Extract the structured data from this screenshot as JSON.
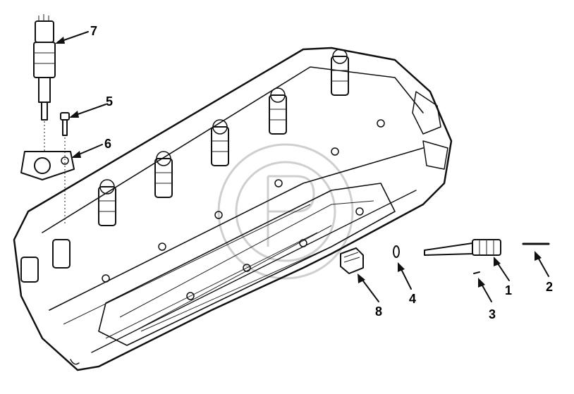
{
  "callouts": [
    {
      "id": "7",
      "label": "7"
    },
    {
      "id": "5",
      "label": "5"
    },
    {
      "id": "6",
      "label": "6"
    },
    {
      "id": "1",
      "label": "1"
    },
    {
      "id": "2",
      "label": "2"
    },
    {
      "id": "3",
      "label": "3"
    },
    {
      "id": "4",
      "label": "4"
    },
    {
      "id": "8",
      "label": "8"
    }
  ],
  "colors": {
    "ink": "#111111",
    "background": "#ffffff",
    "watermark": "#cfcfcf"
  }
}
